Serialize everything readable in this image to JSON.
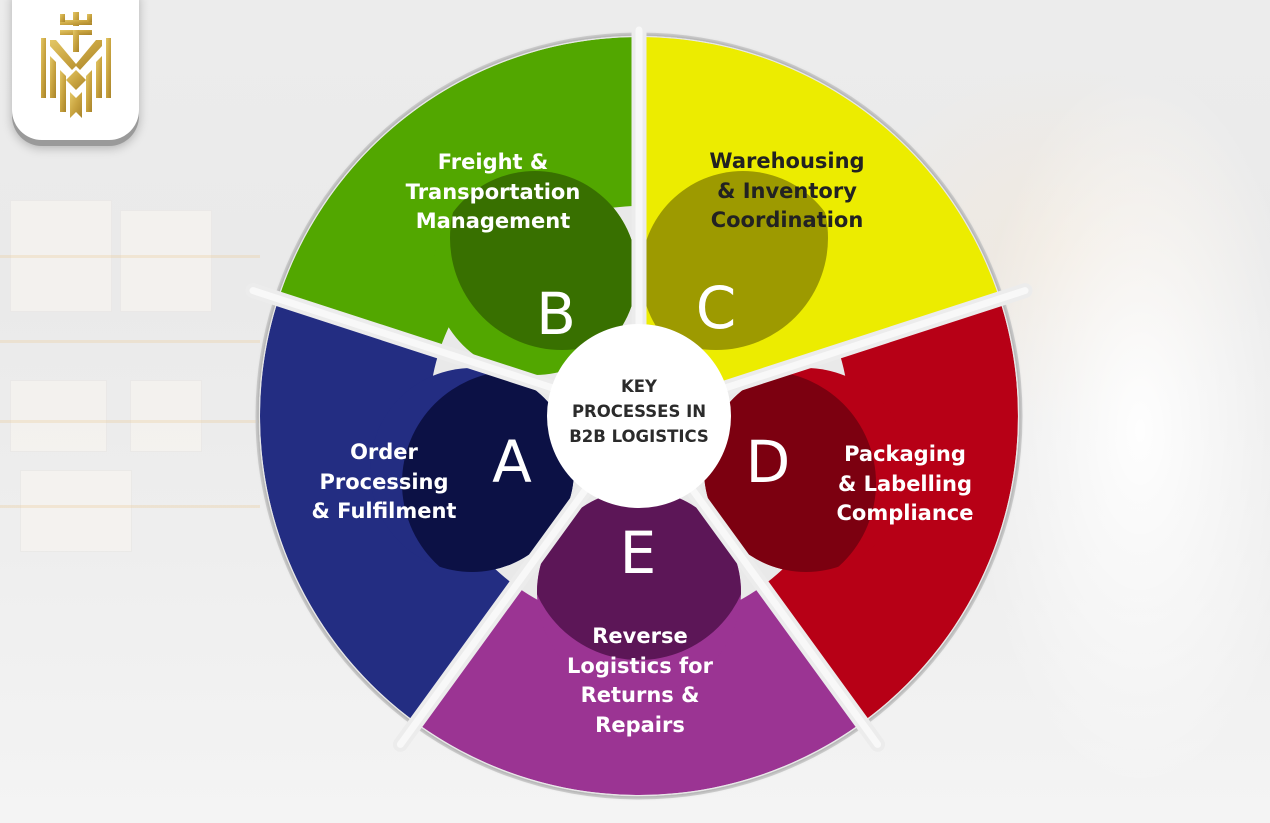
{
  "center": {
    "title_lines": [
      "KEY",
      "PROCESSES IN",
      "B2B LOGISTICS"
    ]
  },
  "segments": [
    {
      "letter": "A",
      "label_lines": [
        "Order",
        "Processing",
        "& Fulfilment"
      ],
      "color": "#232d82",
      "dark_color": "#0c1145",
      "text_color": "#ffffff"
    },
    {
      "letter": "B",
      "label_lines": [
        "Freight &",
        "Transportation",
        "Management"
      ],
      "color": "#52a700",
      "dark_color": "#387000",
      "text_color": "#ffffff"
    },
    {
      "letter": "C",
      "label_lines": [
        "Warehousing",
        "& Inventory",
        "Coordination"
      ],
      "color": "#ecec00",
      "dark_color": "#9d9a00",
      "text_color": "#222222"
    },
    {
      "letter": "D",
      "label_lines": [
        "Packaging",
        "& Labelling",
        "Compliance"
      ],
      "color": "#b70016",
      "dark_color": "#7c0010",
      "text_color": "#ffffff"
    },
    {
      "letter": "E",
      "label_lines": [
        "Reverse",
        "Logistics for",
        "Returns &",
        "Repairs"
      ],
      "color": "#9b3493",
      "dark_color": "#5c1657",
      "text_color": "#ffffff"
    }
  ],
  "logo": {
    "name": "crown-shield-logo",
    "color": "#c9a440"
  }
}
